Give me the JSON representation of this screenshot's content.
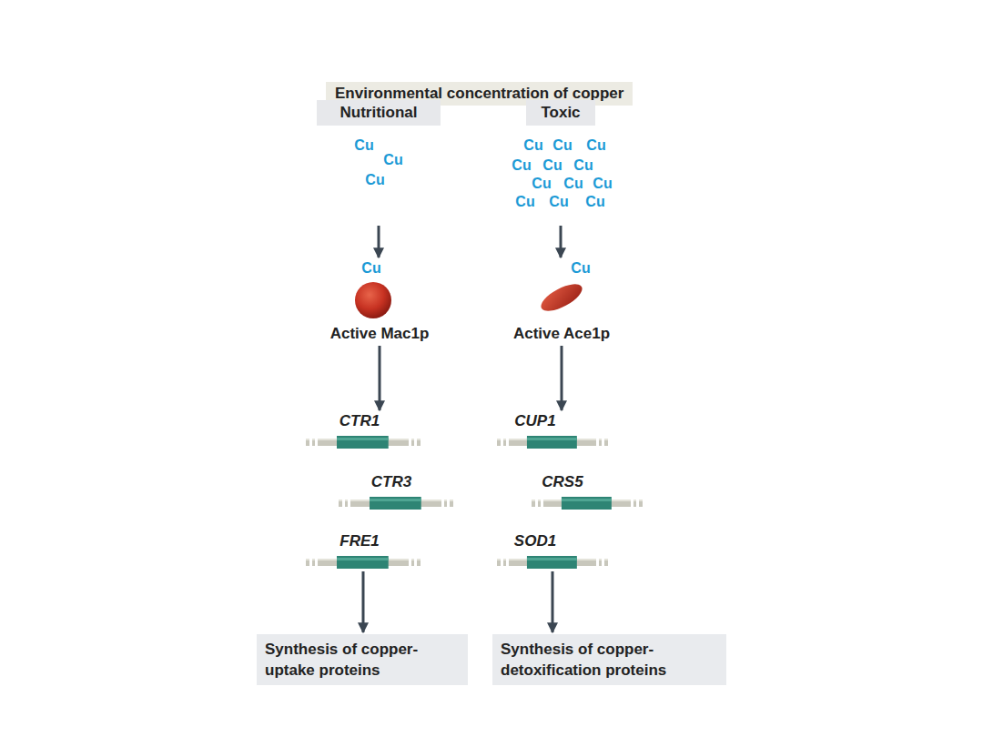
{
  "diagram": {
    "title": "Environmental concentration of copper",
    "nodes": [
      {
        "text": [
          "Environmental concentration of copper"
        ]
      },
      {
        "text": [
          "Nutritional"
        ]
      },
      {
        "text": [
          "Toxic"
        ]
      },
      {
        "text": [
          "Cu",
          "Active Mac1p"
        ]
      },
      {
        "text": [
          "Cu",
          "Active Ace1p"
        ]
      },
      {
        "text": [
          "CTR1"
        ]
      },
      {
        "text": [
          "CTR3"
        ]
      },
      {
        "text": [
          "FRE1"
        ]
      },
      {
        "text": [
          "CUP1"
        ]
      },
      {
        "text": [
          "CRS5"
        ]
      },
      {
        "text": [
          "SOD1"
        ]
      },
      {
        "text": [
          "Synthesis of copper-uptake proteins"
        ]
      },
      {
        "text": [
          "Synthesis of copper-detoxification proteins"
        ]
      }
    ],
    "edges": [
      {
        "from": 1,
        "to": 3,
        "arrow": "to"
      },
      {
        "from": 2,
        "to": 4,
        "arrow": "to"
      },
      {
        "from": 3,
        "to": 5,
        "arrow": "to"
      },
      {
        "from": 4,
        "to": 8,
        "arrow": "to"
      },
      {
        "from": 7,
        "to": 11,
        "arrow": "to"
      },
      {
        "from": 10,
        "to": 12,
        "arrow": "to"
      }
    ],
    "labels": [
      "Cu",
      "Cu",
      "Cu",
      "Cu",
      "Cu",
      "Cu",
      "Cu",
      "Cu",
      "Cu",
      "Cu",
      "Cu",
      "Cu",
      "Cu",
      "Cu",
      "Cu"
    ]
  }
}
